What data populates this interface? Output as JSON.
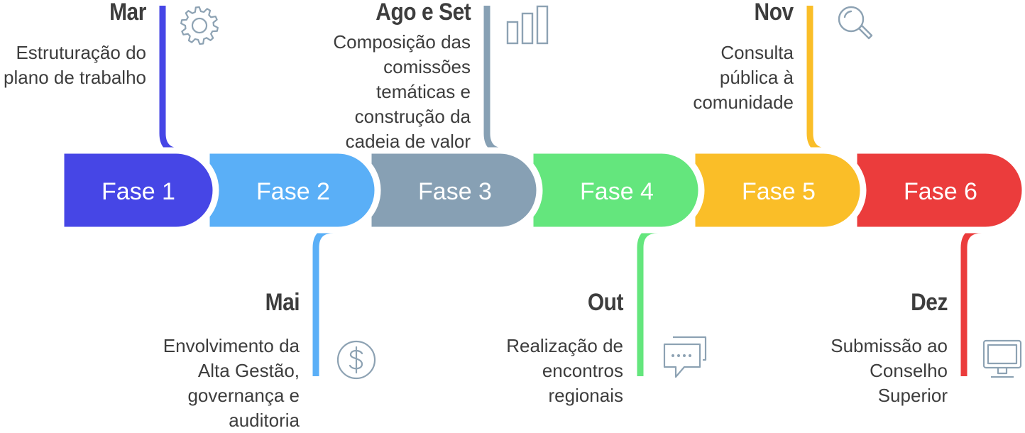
{
  "colors": {
    "phase1": "#4646e6",
    "phase2": "#5aaff7",
    "phase3": "#87a0b4",
    "phase4": "#64e67d",
    "phase5": "#fabe28",
    "phase6": "#eb3c3c",
    "icon": "#8da2b3",
    "text": "#3d3d3d"
  },
  "phases": [
    {
      "label": "Fase 1",
      "month": "Mar",
      "description": "Estruturação do plano de trabalho",
      "icon": "gear-icon"
    },
    {
      "label": "Fase 2",
      "month": "Mai",
      "description": "Envolvimento da Alta Gestão, governança e auditoria",
      "icon": "dollar-icon"
    },
    {
      "label": "Fase 3",
      "month": "Ago e Set",
      "description": "Composição das comissões temáticas e construção da cadeia de valor",
      "icon": "bar-chart-icon"
    },
    {
      "label": "Fase 4",
      "month": "Out",
      "description": "Realização de encontros regionais",
      "icon": "chat-icon"
    },
    {
      "label": "Fase 5",
      "month": "Nov",
      "description": "Consulta pública à comunidade",
      "icon": "magnifier-icon"
    },
    {
      "label": "Fase 6",
      "month": "Dez",
      "description": "Submissão ao Conselho Superior",
      "icon": "monitor-icon"
    }
  ]
}
